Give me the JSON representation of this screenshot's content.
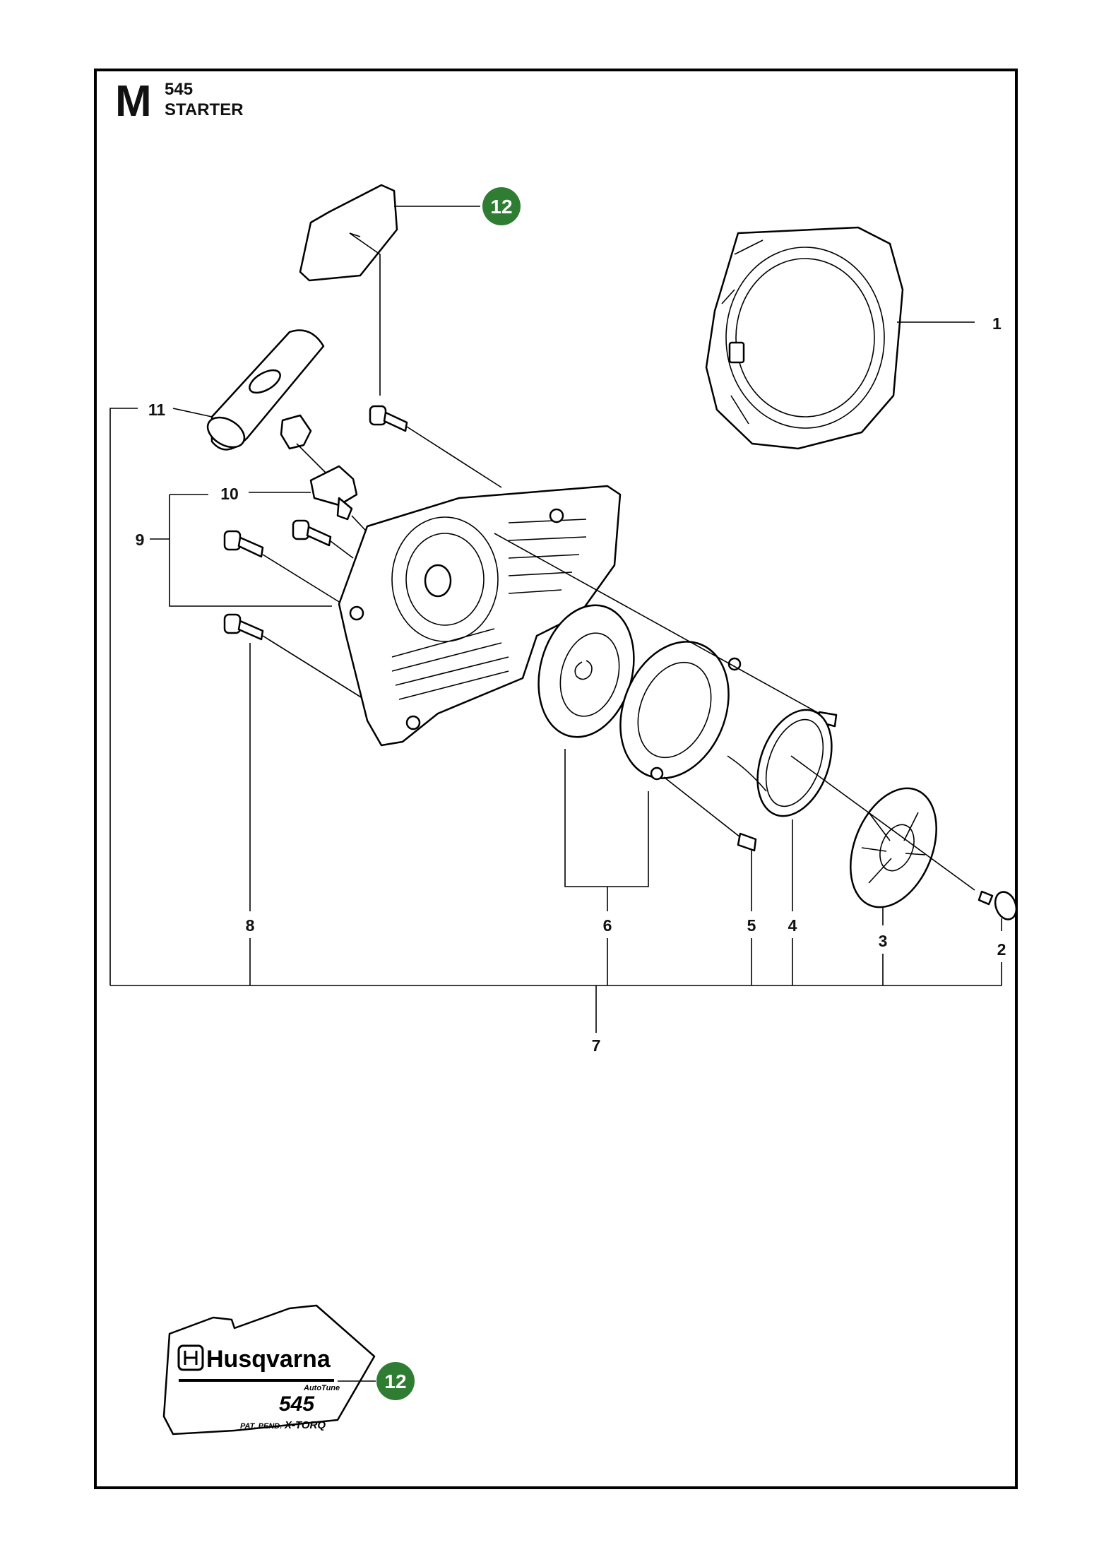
{
  "header": {
    "section_letter": "M",
    "model": "545",
    "title": "STARTER"
  },
  "callouts": {
    "p1": "1",
    "p2": "2",
    "p3": "3",
    "p4": "4",
    "p5": "5",
    "p6": "6",
    "p7": "7",
    "p8": "8",
    "p9": "9",
    "p10": "10",
    "p11": "11"
  },
  "badges": {
    "decal_top": "12",
    "decal_bottom": "12"
  },
  "decal": {
    "brand": "Husqvarna",
    "autotune": "AutoTune",
    "model": "545",
    "pat": "PAT. PEND.",
    "xtorq": "X-TORQ"
  },
  "colors": {
    "badge_green": "#2e7d32",
    "line": "#000000"
  }
}
